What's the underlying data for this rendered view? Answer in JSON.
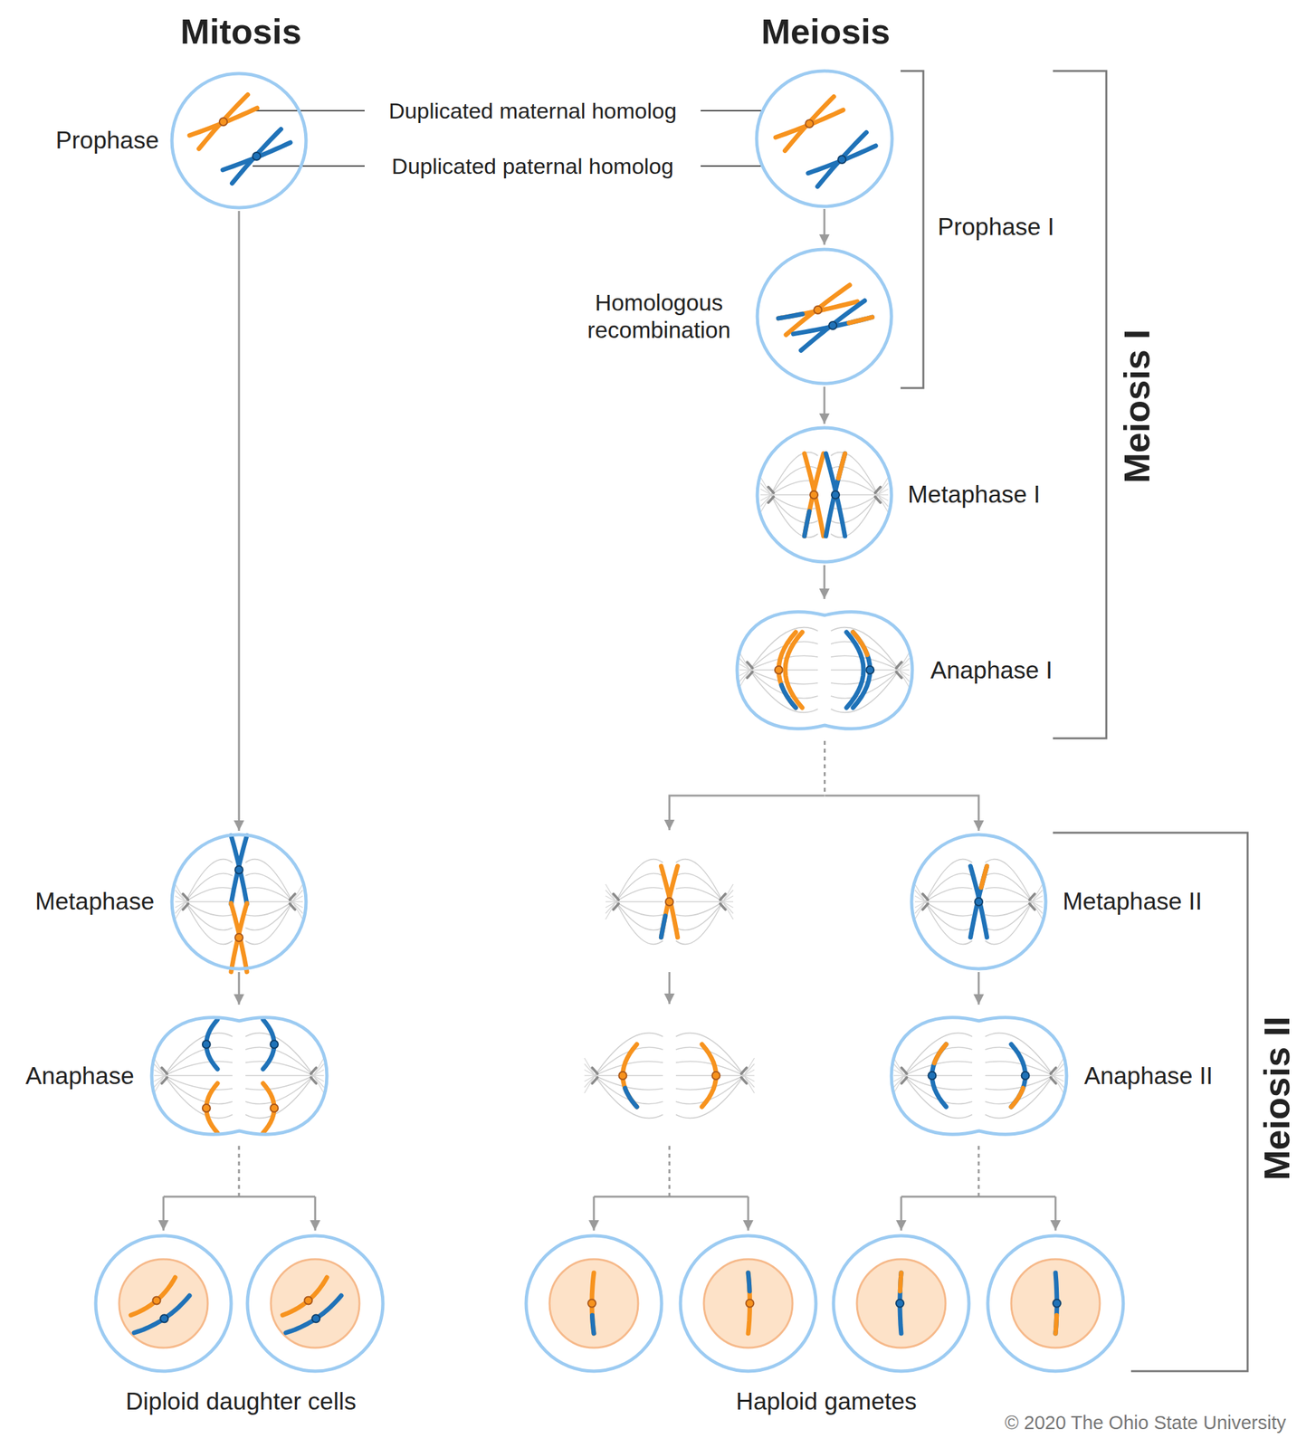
{
  "diagram": {
    "nodes": [
      {
        "text": [
          "Prophase"
        ]
      },
      {
        "text": [
          "Metaphase"
        ]
      },
      {
        "text": [
          "Anaphase"
        ]
      },
      {
        "text": [
          "Homologous recombination"
        ]
      },
      {
        "text": [
          "Metaphase I"
        ]
      },
      {
        "text": [
          "Anaphase I"
        ]
      },
      {
        "text": [
          "Metaphase II"
        ]
      },
      {
        "text": [
          "Anaphase II"
        ]
      }
    ],
    "edges": [
      {
        "from": 0,
        "to": 1,
        "arrow": "to"
      },
      {
        "from": 1,
        "to": 2,
        "arrow": "to"
      },
      {
        "from": 3,
        "to": 4,
        "arrow": "to"
      },
      {
        "from": 4,
        "to": 5,
        "arrow": "to"
      },
      {
        "from": 5,
        "to": 6,
        "arrow": "to"
      },
      {
        "from": 6,
        "to": 7,
        "arrow": "to"
      }
    ],
    "labels": [
      "Mitosis",
      "Meiosis",
      "Duplicated maternal homolog",
      "Duplicated paternal homolog",
      "Prophase I",
      "Meiosis I",
      "Meiosis II",
      "Diploid daughter cells",
      "Haploid gametes",
      "© 2020 The Ohio State University"
    ]
  }
}
